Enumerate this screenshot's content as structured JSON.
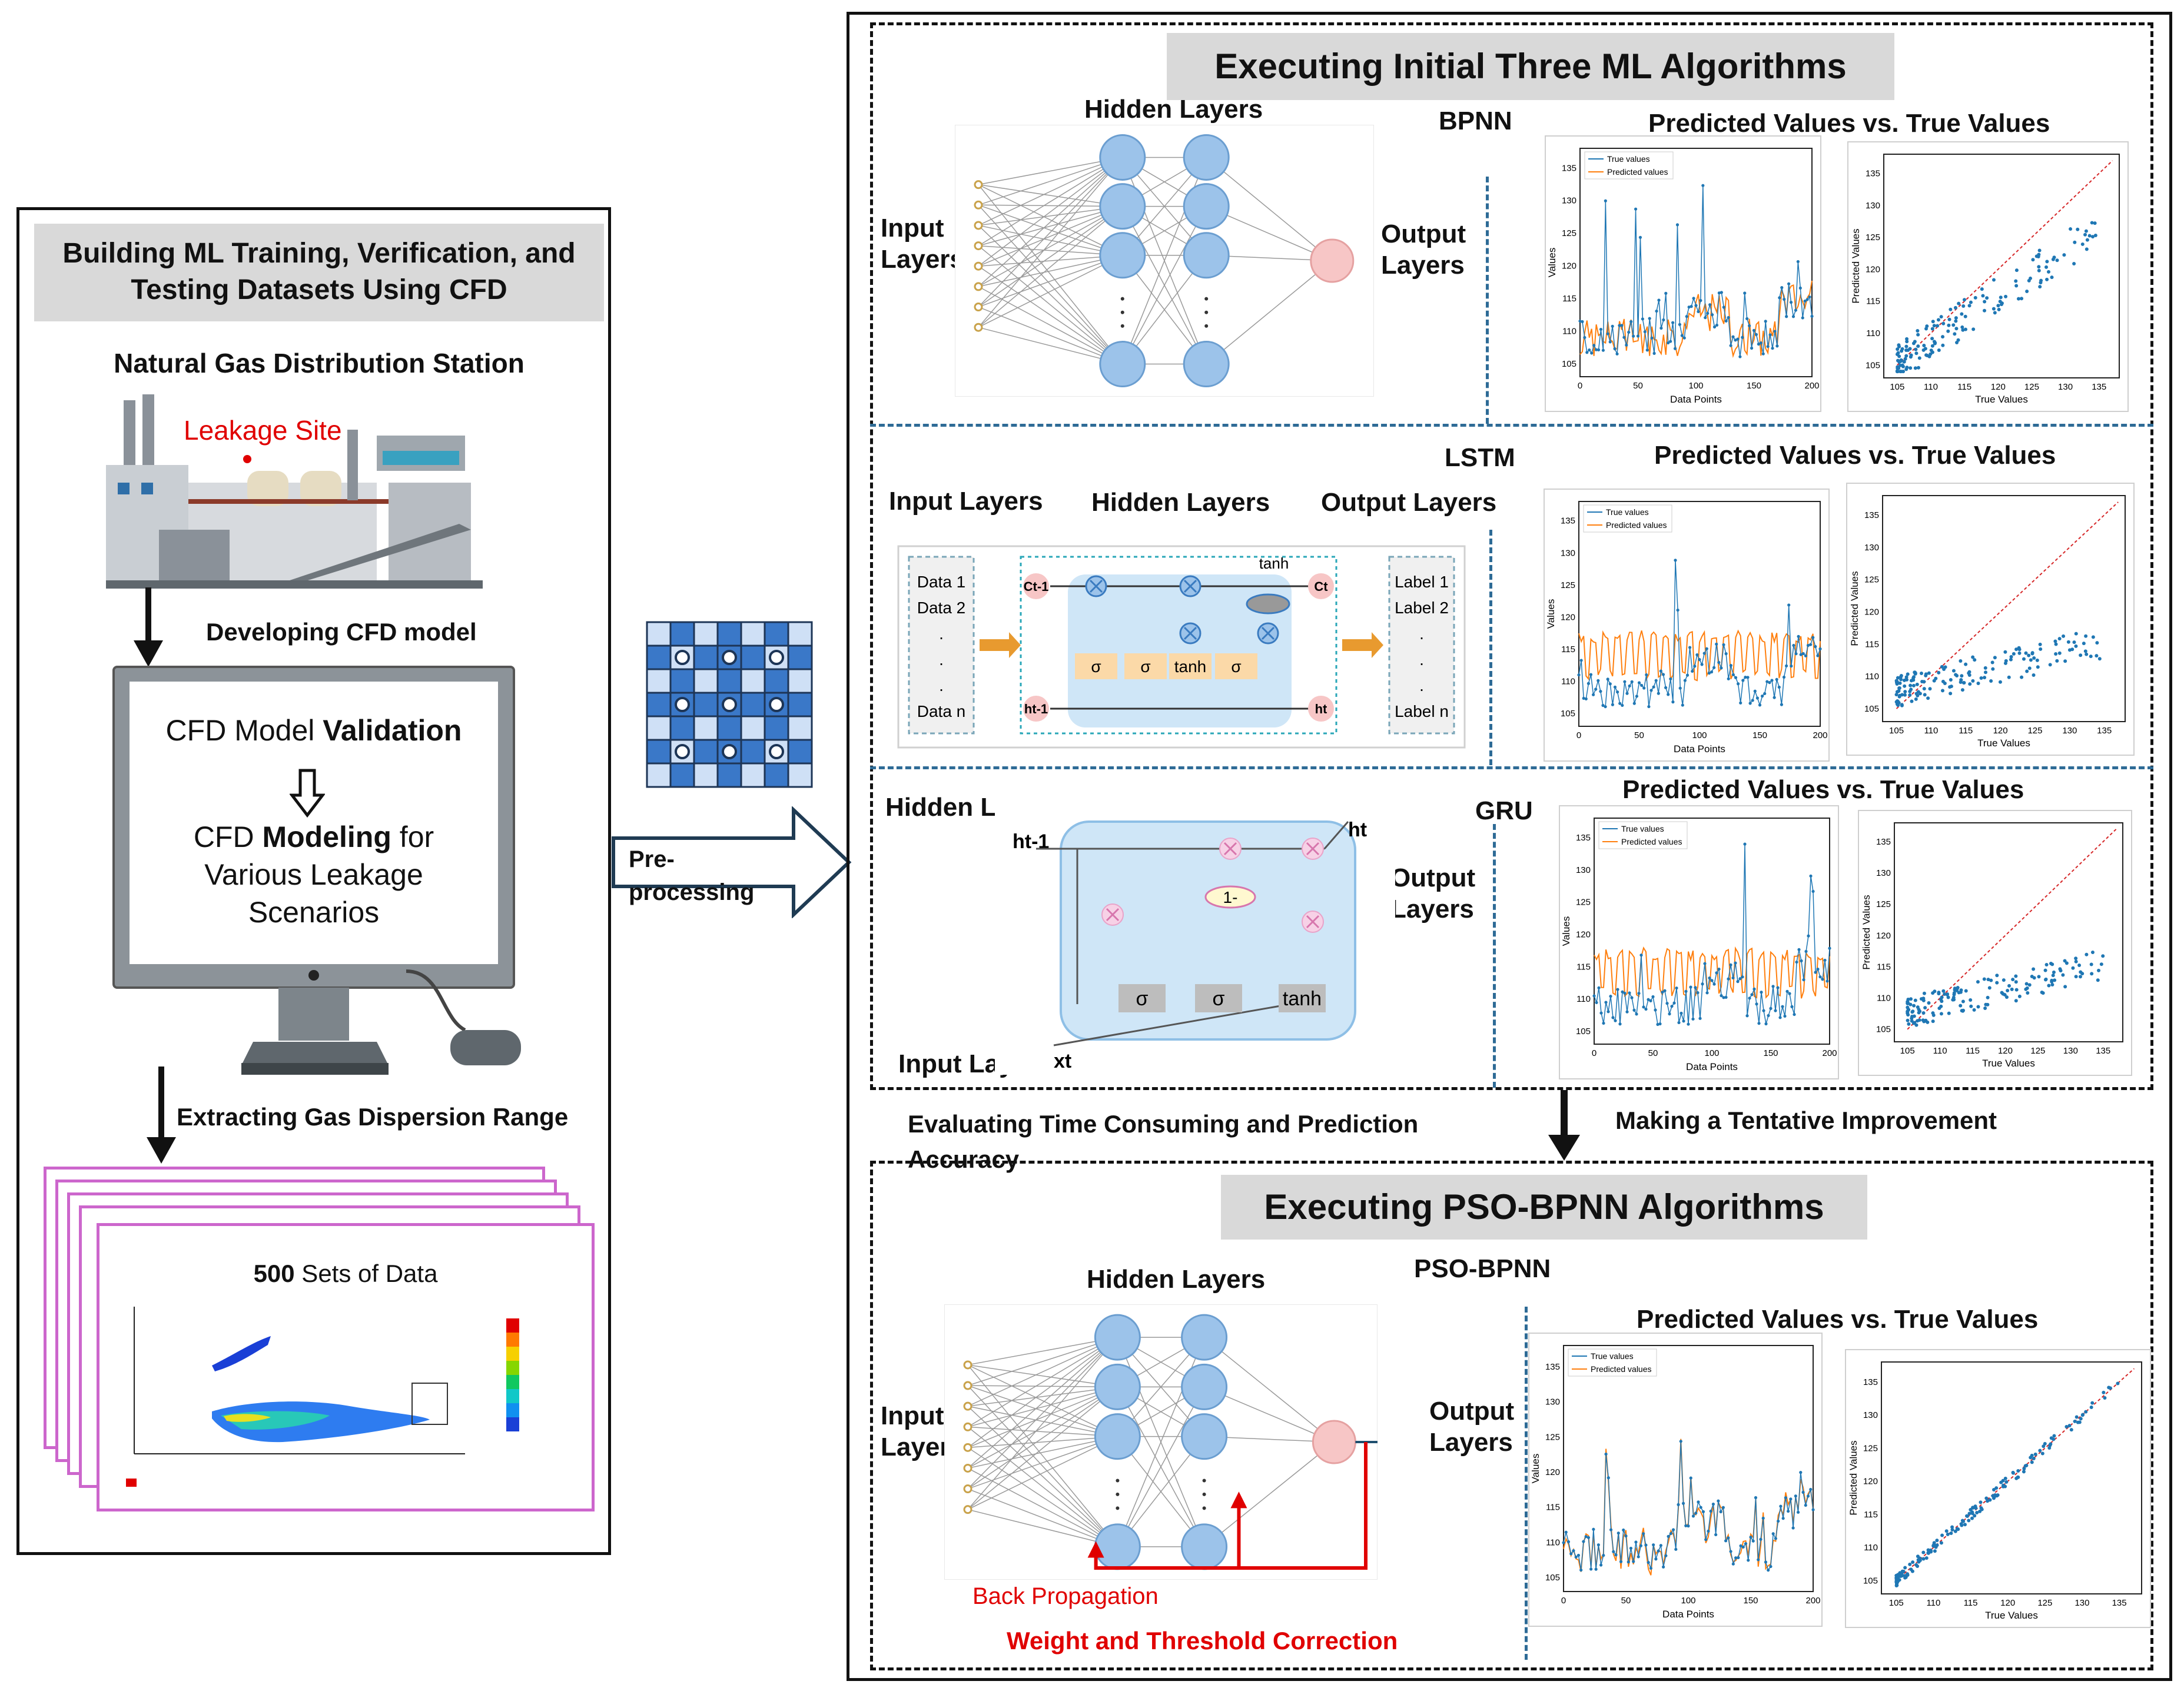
{
  "left_panel": {
    "title": "Building ML Training, Verification, and Testing Datasets Using CFD",
    "station_label": "Natural Gas Distribution Station",
    "leakage_label": "Leakage Site",
    "step1": "Developing CFD model",
    "monitor_line1_normal": "CFD Model ",
    "monitor_line1_bold": "Validation",
    "monitor_line2_normal_a": "CFD ",
    "monitor_line2_bold": "Modeling",
    "monitor_line2_normal_b": " for Various Leakage Scenarios",
    "step2": "Extracting Gas Dispersion Range",
    "data_count": "500",
    "data_label": " Sets of Data"
  },
  "middle": {
    "preprocess_label": "Pre-processing"
  },
  "top_section": {
    "title": "Executing Initial Three ML Algorithms",
    "pred_title": "Predicted Values  vs. True Values"
  },
  "bpnn": {
    "name": "BPNN",
    "hidden": "Hidden Layers",
    "input": "Input Layers",
    "output": "Output Layers"
  },
  "lstm": {
    "name": "LSTM",
    "input": "Input Layers",
    "hidden": "Hidden Layers",
    "output": "Output Layers",
    "data_items": [
      "Data 1",
      "Data 2",
      ".",
      ".",
      ".",
      "Data n"
    ],
    "label_items": [
      "Label 1",
      "Label 2",
      ".",
      ".",
      ".",
      "Label n"
    ],
    "gates": [
      "σ",
      "σ",
      "tanh",
      "σ"
    ],
    "tanh_top": "tanh",
    "c_prev": "Ct-1",
    "c_next": "Ct",
    "h_prev": "ht-1",
    "h_next": "ht"
  },
  "gru": {
    "name": "GRU",
    "hidden": "Hidden Layers",
    "output": "Output Layers",
    "input": "Input Layers",
    "h_prev": "ht-1",
    "h_next": "ht",
    "x_in": "xt",
    "one_minus": "1-",
    "gates": [
      "σ",
      "σ",
      "tanh"
    ]
  },
  "transition": {
    "eval_text": "Evaluating Time Consuming and Prediction Accuracy",
    "improve_text": "Making a Tentative Improvement"
  },
  "pso": {
    "title": "Executing PSO-BPNN Algorithms",
    "name": "PSO-BPNN",
    "hidden": "Hidden Layers",
    "input": "Input Layers",
    "output": "Output Layers",
    "pred_title": "Predicted Values  vs. True Values",
    "back_prop": "Back Propagation",
    "weight_corr": "Weight and Threshold Correction"
  },
  "plot_text": {
    "legend_true": "True values",
    "legend_pred": "Predicted values",
    "xlabel_line": "Data Points",
    "ylabel_line": "Values",
    "xlabel_scatter": "True Values",
    "ylabel_scatter": "Predicted Values"
  },
  "chart_data": [
    {
      "type": "line",
      "title": "",
      "xlabel": "Data Points",
      "ylabel": "Values",
      "xlim": [
        0,
        200
      ],
      "ylim": [
        103,
        138
      ],
      "xticks": [
        0,
        50,
        100,
        150,
        200
      ],
      "yticks": [
        105,
        110,
        115,
        120,
        125,
        130,
        135
      ],
      "series": [
        {
          "name": "True values"
        },
        {
          "name": "Predicted values"
        }
      ]
    },
    {
      "type": "scatter",
      "title": "",
      "xlabel": "True Values",
      "ylabel": "Predicted Values",
      "xlim": [
        103,
        138
      ],
      "ylim": [
        103,
        138
      ],
      "xticks": [
        105,
        110,
        115,
        120,
        125,
        130,
        135
      ],
      "yticks": [
        105,
        110,
        115,
        120,
        125,
        130,
        135
      ]
    }
  ],
  "colors": {
    "true_series": "#1f77b4",
    "pred_series": "#ff7f0e",
    "diagonal": "#d62728",
    "accent_red": "#e00000",
    "dashed_blue": "#2e6b96",
    "node_blue": "#9cc3ea",
    "data_border": "#cc66cc"
  }
}
